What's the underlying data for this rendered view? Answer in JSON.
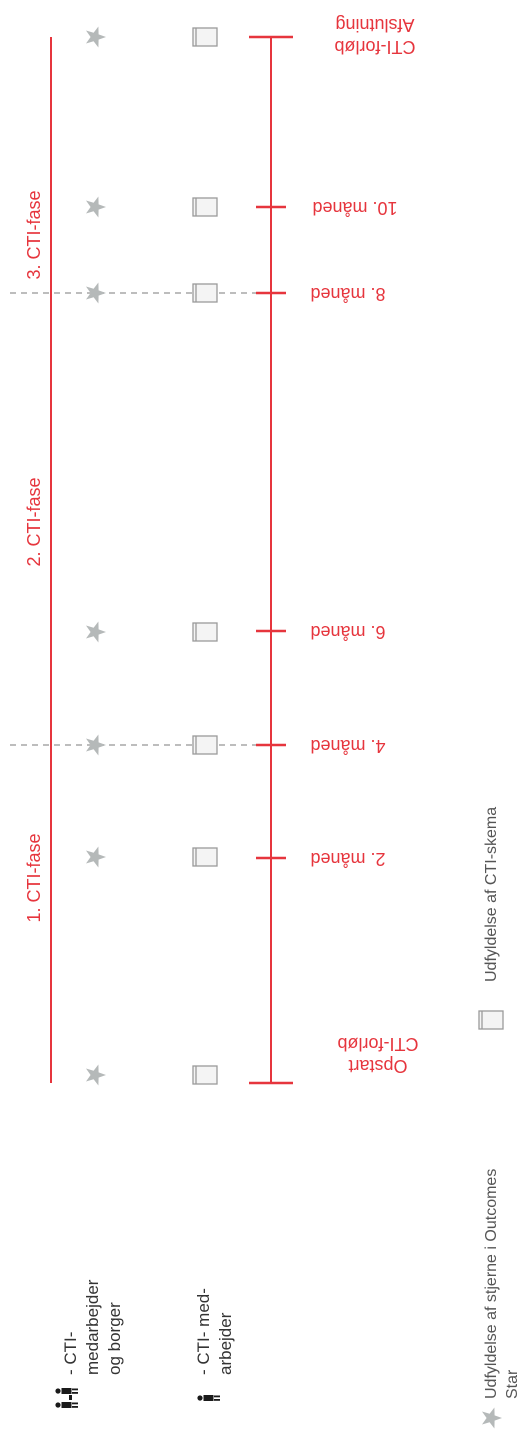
{
  "colors": {
    "accent": "#e6353d",
    "star": "#b5b9b9",
    "document_stroke": "#9a9a9a",
    "document_fill": "#f4f4f4",
    "dashed": "#bdbdbd"
  },
  "timeline": {
    "milestones": [
      {
        "label_line1": "Opstart",
        "label_line2": "CTI-forløb"
      },
      {
        "label_line1": "2. måned",
        "label_line2": ""
      },
      {
        "label_line1": "4. måned",
        "label_line2": ""
      },
      {
        "label_line1": "6. måned",
        "label_line2": ""
      },
      {
        "label_line1": "8. måned",
        "label_line2": ""
      },
      {
        "label_line1": "10. måned",
        "label_line2": ""
      },
      {
        "label_line1": "Afslutning",
        "label_line2": "CTI-forløb"
      }
    ]
  },
  "phases": [
    {
      "label": "1. CTI-fase"
    },
    {
      "label": "2. CTI-fase"
    },
    {
      "label": "3. CTI-fase"
    }
  ],
  "rows": {
    "staff_and_citizen": {
      "icon": "two-persons-icon",
      "line1": "- CTI-",
      "line2": "medarbejder",
      "line3": "og borger"
    },
    "staff_only": {
      "icon": "person-icon",
      "line1": "- CTI- med-",
      "line2": "arbejder"
    }
  },
  "legend": {
    "star_line1": "Udfyldelse af stjerne i Outcomes",
    "star_line2": "Star",
    "document_label": "Udfyldelse af CTI-skema"
  }
}
